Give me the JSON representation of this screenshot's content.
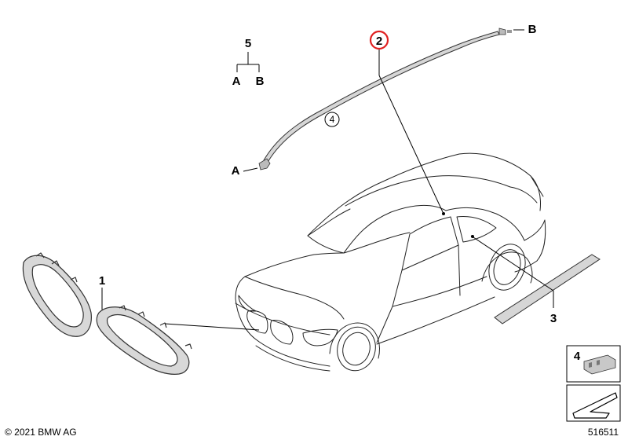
{
  "callouts": {
    "part1": "1",
    "part2": "2",
    "part3": "3",
    "part4_ref": "4",
    "part5": "5",
    "end_a": "A",
    "end_b": "B",
    "legend_4": "4"
  },
  "highlight_color": "#e02020",
  "copyright": "© 2021 BMW AG",
  "image_number": "516511"
}
